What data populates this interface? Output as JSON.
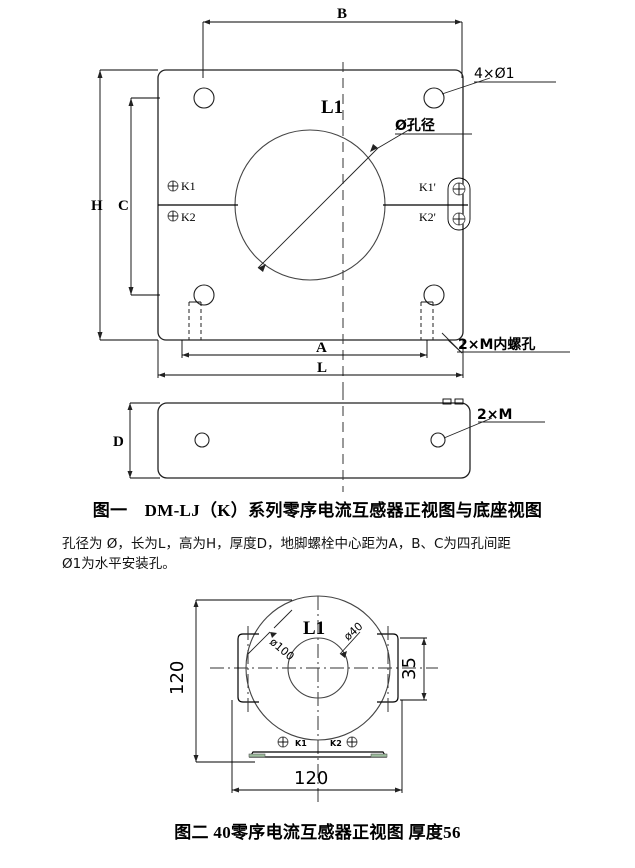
{
  "document": {
    "type": "technical-drawing",
    "title_figure_one": "图一　DM-LJ（K）系列零序电流互感器正视图与底座视图",
    "title_figure_two": "图二 40零序电流互感器正视图 厚度56",
    "background_color": "#ffffff",
    "line_color": "#222222"
  },
  "figure_one": {
    "caption": "图一　DM-LJ（K）系列零序电流互感器正视图与底座视图",
    "notes": [
      "孔径为 Ø，长为L，高为H，厚度D，地脚螺栓中心距为A，B、C为四孔间距",
      "Ø1为水平安装孔。"
    ],
    "center_line_label": "L1",
    "dimensions": {
      "top_width": "B",
      "overall_height": "H",
      "hole_spacing_vertical": "C",
      "bolt_center_distance": "A",
      "overall_length": "L",
      "base_thickness": "D"
    },
    "terminals": {
      "left_top": "K1",
      "left_bottom": "K2",
      "right_top": "K1'",
      "right_bottom": "K2'"
    },
    "leaders": {
      "corner_holes": "4×Ø1",
      "bore_diameter": "Ø孔径",
      "threaded_holes": "2×M内螺孔",
      "base_threads": "2×M"
    }
  },
  "figure_two": {
    "caption": "图二 40零序电流互感器正视图 厚度56",
    "center_line_label": "L1",
    "dimensions": {
      "height": "120",
      "width": "120",
      "outer_diameter": "ø100",
      "inner_diameter": "ø40",
      "mount_tab": "35"
    },
    "terminals": {
      "left": "K1",
      "right": "K2"
    }
  },
  "chart_data": {
    "type": "table",
    "title": "零序电流互感器尺寸标注",
    "categories": [
      "B",
      "H",
      "C",
      "A",
      "L",
      "D",
      "120",
      "120",
      "ø100",
      "ø40",
      "35"
    ],
    "values": [
      0,
      0,
      0,
      0,
      0,
      0,
      120,
      120,
      100,
      40,
      35
    ]
  }
}
